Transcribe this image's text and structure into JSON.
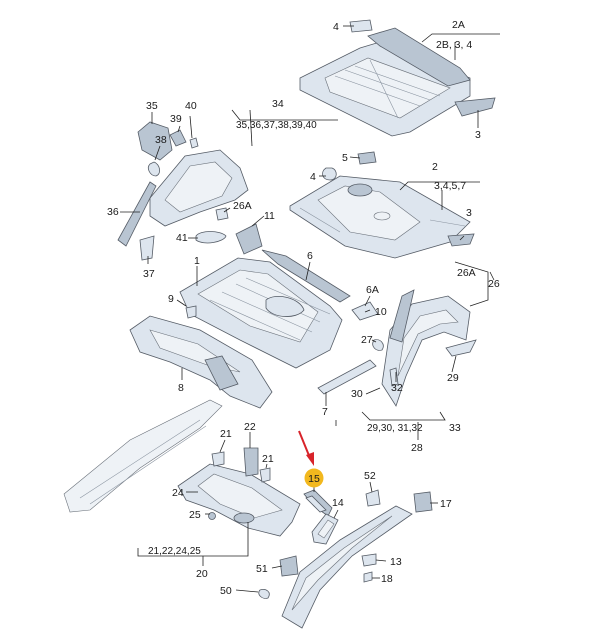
{
  "callouts": {
    "c4a": "4",
    "c2A": "2A",
    "c2B": "2B, 3, 4",
    "c3a": "3",
    "c35": "35",
    "c40": "40",
    "c39": "39",
    "c38": "38",
    "c34": "34",
    "c34s": "35,36,37,38,39,40",
    "c36": "36",
    "c37": "37",
    "c26A_l": "26A",
    "c11": "11",
    "c41": "41",
    "c5": "5",
    "c4b": "4",
    "c2": "2",
    "c2s": "3,4,5,7",
    "c3b": "3",
    "c1": "1",
    "c6": "6",
    "c9": "9",
    "c6A": "6A",
    "c10": "10",
    "c26A_r": "26A",
    "c26": "26",
    "c27": "27",
    "c8": "8",
    "c30": "30",
    "c32": "32",
    "c7": "7",
    "c29": "29",
    "c29s": "29,30, 31,32",
    "c33": "33",
    "c28": "28",
    "c21a": "21",
    "c22": "22",
    "c21b": "21",
    "c24": "24",
    "c25": "25",
    "c20s": "21,22,24,25",
    "c20": "20",
    "c15": "15",
    "c14": "14",
    "c52": "52",
    "c17": "17",
    "c51": "51",
    "c13": "13",
    "c18": "18",
    "c50": "50"
  },
  "colors": {
    "highlight_badge": "#f2b81e",
    "pointer_arrow": "#d8232a",
    "part_fill": "#dde5ee",
    "part_outline": "#555c66"
  },
  "highlighted_part": "15"
}
